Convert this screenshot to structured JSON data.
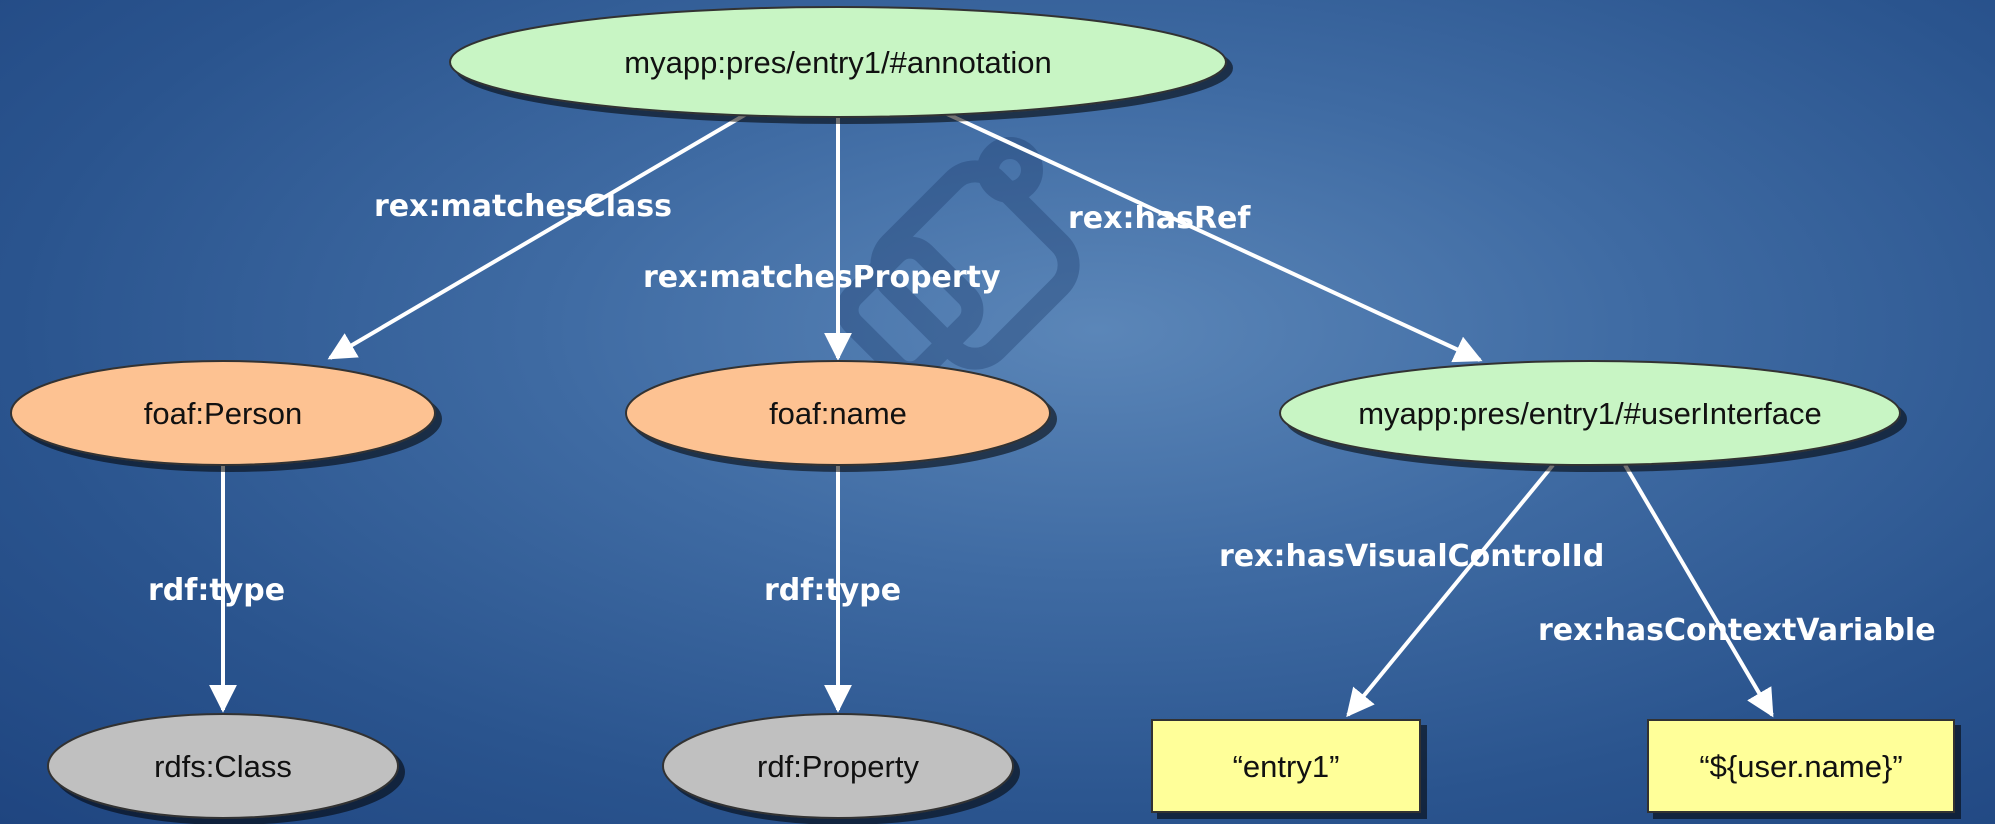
{
  "colors": {
    "resource_fill": "#c8f5c4",
    "class_fill": "#fdc292",
    "type_fill": "#c0c0c0",
    "literal_fill": "#ffff99",
    "edge": "#ffffff"
  },
  "nodes": {
    "annotation": "myapp:pres/entry1/#annotation",
    "person": "foaf:Person",
    "name": "foaf:name",
    "user_interface": "myapp:pres/entry1/#userInterface",
    "rdfs_class": "rdfs:Class",
    "rdf_property": "rdf:Property",
    "entry1": "“entry1”",
    "user_name": "“${user.name}”"
  },
  "edges": {
    "matches_class": "rex:matchesClass",
    "matches_property": "rex:matchesProperty",
    "has_ref": "rex:hasRef",
    "type_person": "rdf:type",
    "type_name": "rdf:type",
    "has_visual_control_id": "rex:hasVisualControlId",
    "has_context_variable": "rex:hasContextVariable"
  }
}
